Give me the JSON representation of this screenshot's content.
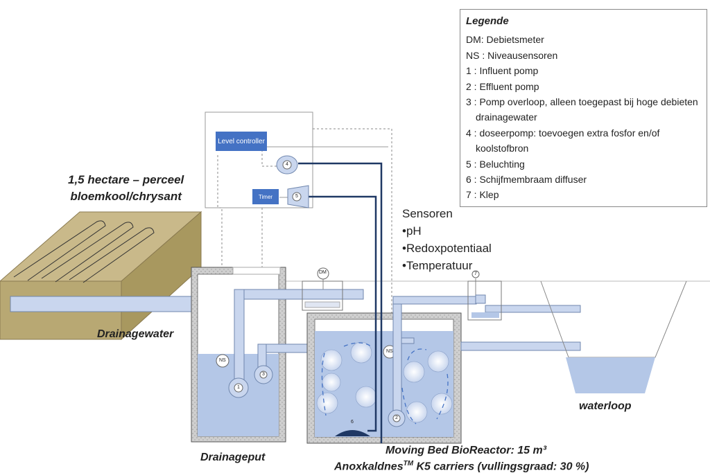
{
  "field_title": [
    "1,5 hectare – perceel",
    "bloemkool/chrysant"
  ],
  "labels": {
    "drainagewater": "Drainagewater",
    "drainageput": "Drainageput",
    "waterloop": "waterloop",
    "mbbr_line1": "Moving Bed BioReactor: 15 m³",
    "mbbr_line2_a": "Anoxkaldnes",
    "mbbr_line2_tm": "TM",
    "mbbr_line2_b": " K5 carriers (vullingsgraad: 30 %)"
  },
  "control": {
    "level_controller": "Level controller",
    "timer": "Timer"
  },
  "tags": {
    "dm": "DM",
    "ns": "NS",
    "p1": "1",
    "p2": "2",
    "p3": "3",
    "p4": "4",
    "p5": "5",
    "p6": "6",
    "p7": "7"
  },
  "legend": {
    "title": "Legende",
    "items": [
      "DM: Debietsmeter",
      "NS : Niveausensoren",
      "1 : Influent pomp",
      "2 : Effluent pomp",
      "3 : Pomp overloop, alleen toegepast bij hoge debieten drainagewater",
      "4 : doseerpomp: toevoegen extra fosfor en/of koolstofbron",
      "5 : Beluchting",
      "6 : Schijfmembraam diffuser",
      "7 : Klep"
    ]
  },
  "sensors": {
    "title": "Sensoren",
    "items": [
      "pH",
      "Redoxpotentiaal",
      "Temperatuur"
    ]
  },
  "colors": {
    "water": "#b4c7e7",
    "pipe": "#c9d6ee",
    "concrete": "#d0d0d0",
    "soil": "#c9b98a",
    "controller": "#4472c4",
    "dark_line": "#1f3864"
  }
}
